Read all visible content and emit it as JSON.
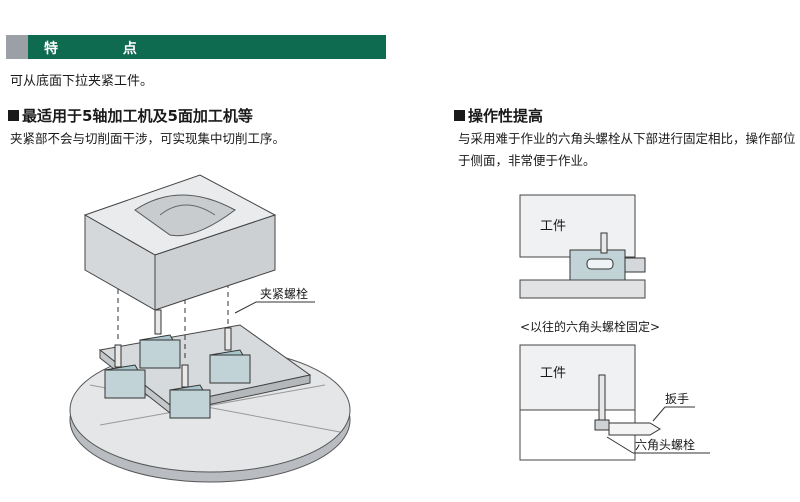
{
  "banner": {
    "title": "特 点"
  },
  "intro": "可从底面下拉夹紧工件。",
  "left": {
    "heading": "最适用于5轴加工机及5面加工机等",
    "desc": "夹紧部不会与切削面干涉，可实现集中切削工序。",
    "callout": "夹紧螺栓"
  },
  "right": {
    "heading": "操作性提高",
    "desc": "与采用难于作业的六角头螺栓从下部进行固定相比，操作部位于侧面，非常便于作业。",
    "workpiece_top": "工件",
    "caption": "<以往的六角头螺栓固定>",
    "workpiece_bottom": "工件",
    "wrench_label": "扳手",
    "bolt_label": "六角头螺栓"
  },
  "colors": {
    "banner": "#0e6b4f",
    "block_top": "#e9ebed",
    "block_side": "#d5d8db",
    "clamp_body": "#c2d3d8",
    "clamp_accent": "#a8c5cc"
  }
}
